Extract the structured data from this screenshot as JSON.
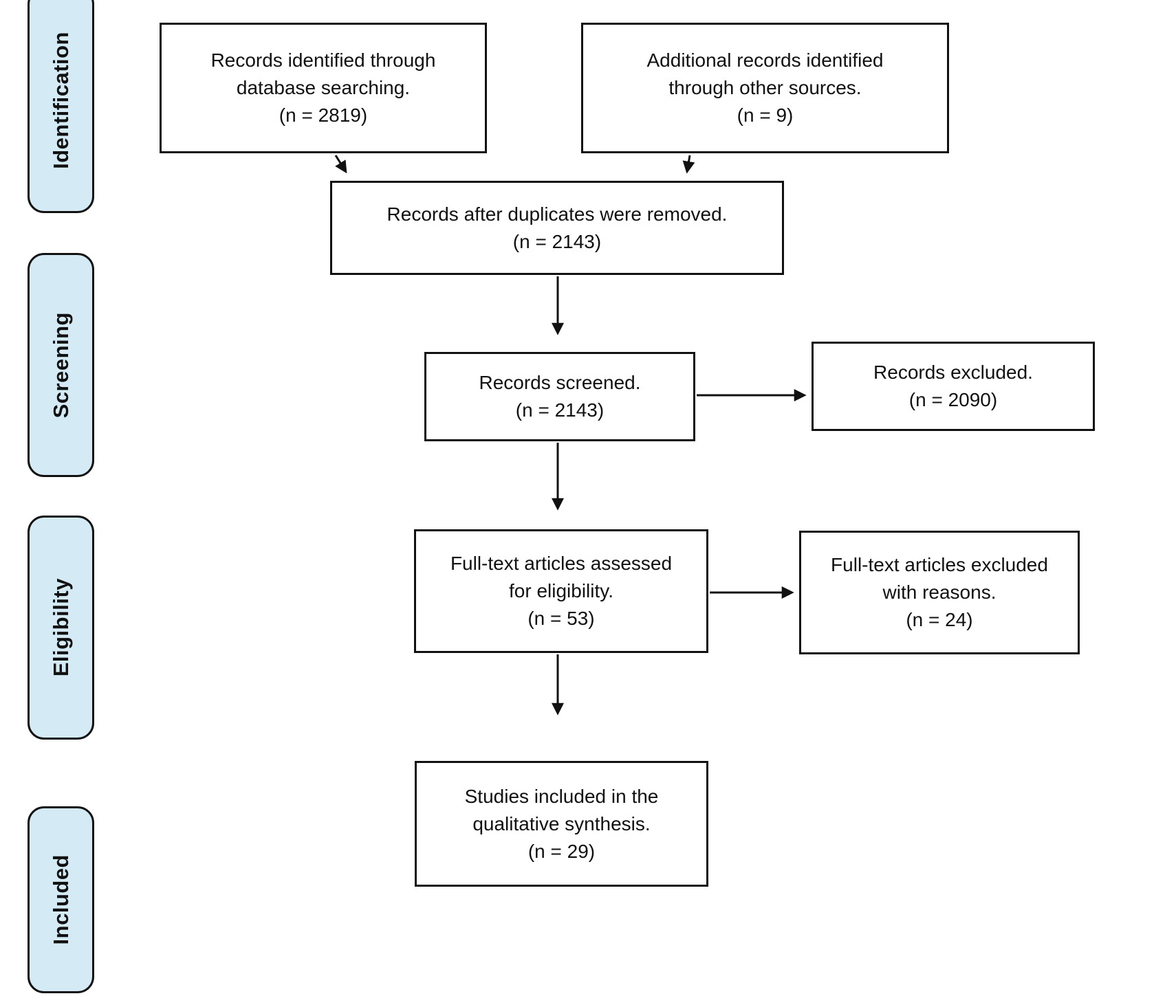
{
  "colors": {
    "page_bg": "#ffffff",
    "stage_fill": "#d4eaf5",
    "node_fill": "#ffffff",
    "border": "#111111"
  },
  "stages": [
    {
      "label": "Identification"
    },
    {
      "label": "Screening"
    },
    {
      "label": "Eligibility"
    },
    {
      "label": "Included"
    }
  ],
  "boxes": [
    {
      "id": "records-identified",
      "text": "Records identified through\ndatabase searching.\n(n = 2819)"
    },
    {
      "id": "additional-records",
      "text": "Additional records identified\nthrough other sources.\n(n = 9)"
    },
    {
      "id": "after-duplicates",
      "text": "Records after duplicates were removed.\n(n = 2143)"
    },
    {
      "id": "records-screened",
      "text": "Records screened.\n(n = 2143)"
    },
    {
      "id": "records-excluded",
      "text": "Records excluded.\n(n = 2090)"
    },
    {
      "id": "fulltext-assessed",
      "text": "Full-text articles assessed\nfor eligibility.\n(n = 53)"
    },
    {
      "id": "fulltext-excluded",
      "text": "Full-text articles excluded\nwith reasons.\n(n = 24)"
    },
    {
      "id": "studies-included",
      "text": "Studies included in the\nqualitative synthesis.\n(n = 29)"
    }
  ]
}
